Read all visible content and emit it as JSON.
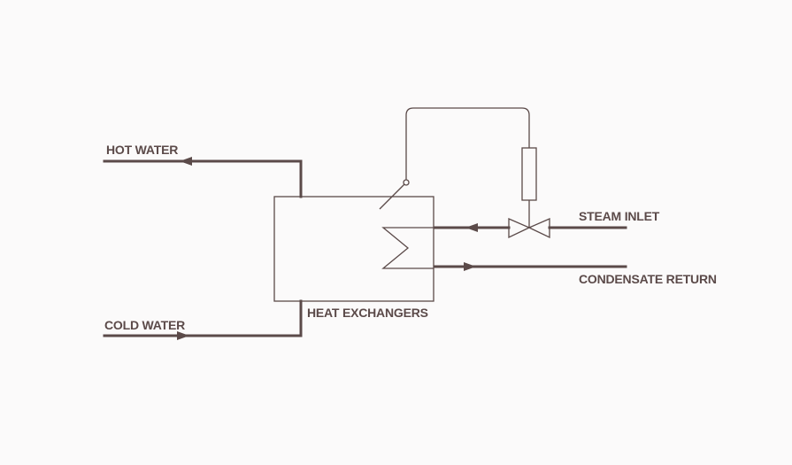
{
  "labels": {
    "hot_water": "HOT WATER",
    "cold_water": "COLD WATER",
    "steam_inlet": "STEAM INLET",
    "condensate_return": "CONDENSATE RETURN",
    "heat_exchangers": "HEAT EXCHANGERS"
  },
  "colors": {
    "background": "#fbfafa",
    "line": "#5b4a49",
    "text": "#5b4a49"
  }
}
